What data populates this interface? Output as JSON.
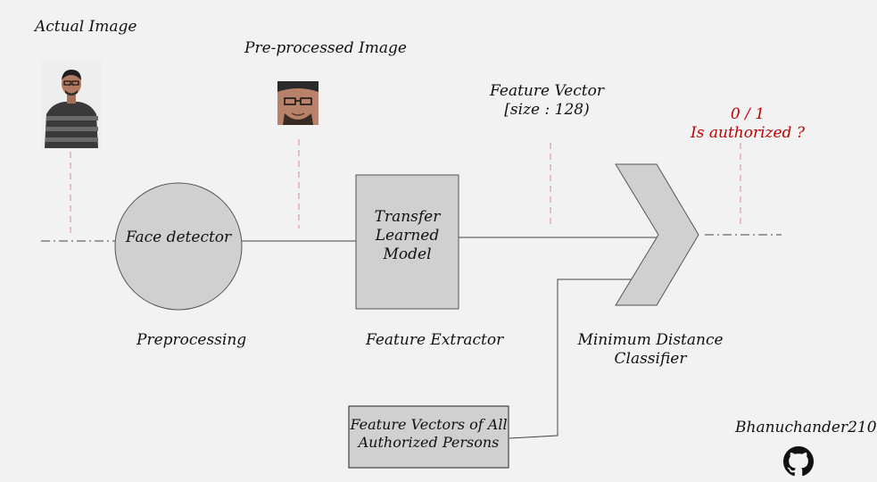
{
  "labels": {
    "actual_image": "Actual Image",
    "preprocessed_image": "Pre-processed Image",
    "feature_vector_line1": "Feature Vector",
    "feature_vector_line2": "[size : 128)",
    "output_line1": "0 / 1",
    "output_line2": "Is authorized ?",
    "face_detector": "Face detector",
    "transfer_line1": "Transfer",
    "transfer_line2": "Learned",
    "transfer_line3": "Model",
    "preprocessing": "Preprocessing",
    "feature_extractor": "Feature Extractor",
    "classifier_line1": "Minimum Distance",
    "classifier_line2": "Classifier",
    "db_line1": "Feature Vectors of All",
    "db_line2": "Authorized Persons",
    "author": "Bhanuchander210"
  },
  "icons": {
    "github": "github-icon"
  },
  "colors": {
    "background": "#f2f2f2",
    "shape_fill": "#d0d0d0",
    "shape_stroke": "#555555",
    "dashed_line": "#d98a9a",
    "output_text": "#c00000"
  }
}
